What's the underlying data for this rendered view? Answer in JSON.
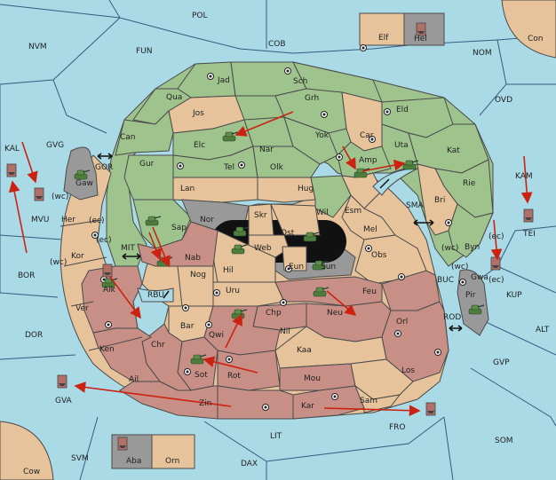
{
  "colors": {
    "sea": "#a9dae6",
    "green": "#9fc38d",
    "tan": "#e6c39a",
    "rose": "#c78f86",
    "gray": "#999999",
    "order_arrow": "#cc2211"
  },
  "sea_labels": {
    "pol": "POL",
    "nvm": "NVM",
    "fun": "FUN",
    "cob": "COB",
    "nom": "NOM",
    "con": "Con",
    "ovd": "OVD",
    "kal": "KAL",
    "gvg": "GVG",
    "gor": "GOR",
    "mvu": "MVU",
    "wc1": "(wc)",
    "ec1": "(ec)",
    "kam": "KAM",
    "sma": "SMA",
    "tei": "TEI",
    "ec2": "(ec)",
    "bor": "BOR",
    "mit": "MIT",
    "ec3": "(ec)",
    "wc2": "(wc)",
    "rbu": "RBU",
    "wc3": "(wc)",
    "ec4": "(ec)",
    "buc": "BUC",
    "kup": "KUP",
    "dor": "DOR",
    "rod": "ROD",
    "alt": "ALT",
    "gvp": "GVP",
    "gva": "GVA",
    "fro": "FRO",
    "som": "SOM",
    "lit": "LIT",
    "svm": "SVM",
    "dax": "DAX",
    "cow": "Cow",
    "wc4": "(wc)"
  },
  "land_labels": {
    "elf": "Elf",
    "hel": "Hel",
    "jad": "Jad",
    "sch": "Sch",
    "qua": "Qua",
    "jos": "Jos",
    "grh": "Grh",
    "can": "Can",
    "elc": "Elc",
    "nar": "Nar",
    "yok": "Yok",
    "car": "Car",
    "eld": "Eld",
    "uta": "Uta",
    "kat": "Kat",
    "tel": "Tel",
    "olk": "Olk",
    "amp": "Amp",
    "gaw": "Gaw",
    "gur": "Gur",
    "lan": "Lan",
    "hug": "Hug",
    "rie": "Rie",
    "bri": "Bri",
    "her": "Her",
    "nor": "Nor",
    "skr": "Skr",
    "wil": "Wil",
    "esm": "Esm",
    "mel": "Mel",
    "sap": "Sap",
    "ost": "Ost",
    "web": "Web",
    "kor": "Kor",
    "nab": "Nab",
    "hil": "Hil",
    "eun": "Eun",
    "sun": "Sun",
    "obs": "Obs",
    "byn": "Byn",
    "gwa": "Gwa",
    "aik": "Aik",
    "nog": "Nog",
    "uru": "Uru",
    "feu": "Feu",
    "pir": "Pir",
    "ver": "Ver",
    "chp": "Chp",
    "neu": "Neu",
    "orl": "Orl",
    "bar": "Bar",
    "qwi": "Qwi",
    "nil": "Nil",
    "ken": "Ken",
    "chr": "Chr",
    "kaa": "Kaa",
    "sot": "Sot",
    "rot": "Rot",
    "los": "Los",
    "ail": "Ail",
    "mou": "Mou",
    "zin": "Zin",
    "kar": "Kar",
    "sam": "Sam",
    "aba": "Aba",
    "orn": "Orn"
  }
}
